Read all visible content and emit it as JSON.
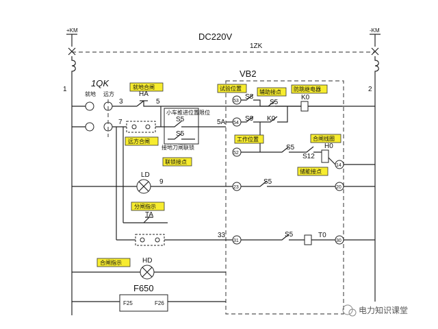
{
  "supply": {
    "pos": "+KM",
    "neg": "-KM",
    "voltage": "DC220V",
    "breaker": "1ZK"
  },
  "switch": {
    "name": "1QK",
    "col_local": "就地",
    "col_remote": "远方"
  },
  "rails": {
    "left": "1",
    "right": "2"
  },
  "nodes": {
    "n3": "3",
    "n5": "5",
    "n7": "7",
    "n9": "9",
    "n33": "33",
    "n5a": "5A"
  },
  "devices": {
    "vb2": "VB2",
    "s8": "S8",
    "s5": "S5",
    "s9": "S9",
    "k0": "K0",
    "s12": "S12",
    "h0": "H0",
    "t0": "T0",
    "ha": "HA",
    "ta": "TA",
    "ld": "LD",
    "hd": "HD",
    "f650": "F650",
    "f25": "F25",
    "f26": "F26"
  },
  "terminals": {
    "t53": "53",
    "t54": "54",
    "t52": "52",
    "t14": "14",
    "t23": "23",
    "t31": "31",
    "t30": "30",
    "t20": "20"
  },
  "labels": {
    "local_close": "就地合闸",
    "remote_close": "远方合闸",
    "interlock_1": "联锁接点",
    "test_position": "试验位置",
    "aux_contact": "辅助接点",
    "anti_pump": "防跳继电器",
    "work_position": "工作位置",
    "close_coil": "合闸线圈",
    "energy_contact": "储能接点",
    "open_indicator": "分闸指示",
    "close_indicator": "合闸指示",
    "small_top": "小车推进位置限位",
    "small_bottom": "接地刀闸联锁"
  },
  "watermark": "电力知识课堂"
}
